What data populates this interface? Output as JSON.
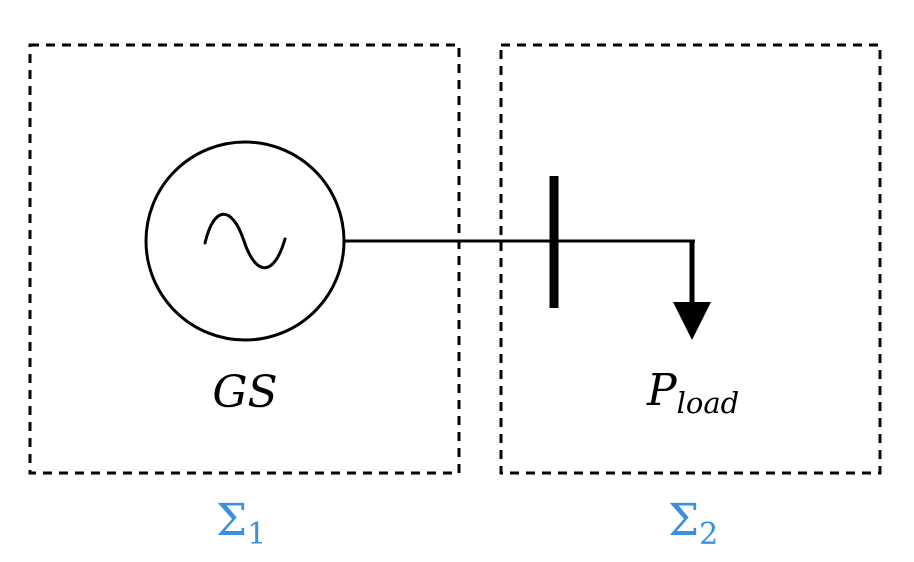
{
  "colors": {
    "stroke": "#000000",
    "subsystem_label": "#3b8fe0",
    "background": "#ffffff"
  },
  "subsystems": [
    {
      "symbol": "Σ",
      "subscript": "1"
    },
    {
      "symbol": "Σ",
      "subscript": "2"
    }
  ],
  "generator": {
    "icon": "ac-source-icon",
    "label": "GS"
  },
  "load": {
    "icon": "load-arrow-icon",
    "label_main": "P",
    "label_subscript": "load"
  },
  "bus": {
    "icon": "bus-bar-icon"
  }
}
